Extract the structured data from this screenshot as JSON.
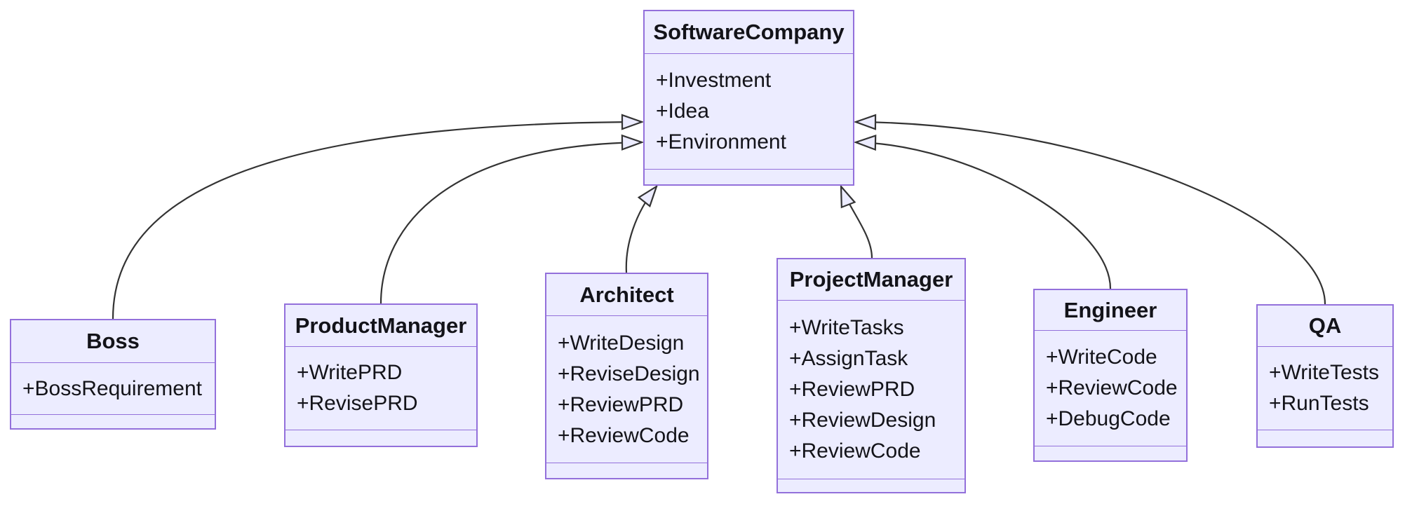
{
  "diagram": {
    "type": "uml-class-diagram",
    "colors": {
      "background": "#ffffff",
      "class_fill": "#ECECFF",
      "class_border": "#9370DB",
      "divider": "#9370DB",
      "edge_line": "#333333",
      "arrowhead_fill": "#ECECFF",
      "text": "#131319"
    },
    "classes": [
      {
        "id": "SoftwareCompany",
        "name": "SoftwareCompany",
        "members": [
          "+Investment",
          "+Idea",
          "+Environment"
        ]
      },
      {
        "id": "Boss",
        "name": "Boss",
        "members": [
          "+BossRequirement"
        ]
      },
      {
        "id": "ProductManager",
        "name": "ProductManager",
        "members": [
          "+WritePRD",
          "+RevisePRD"
        ]
      },
      {
        "id": "Architect",
        "name": "Architect",
        "members": [
          "+WriteDesign",
          "+ReviseDesign",
          "+ReviewPRD",
          "+ReviewCode"
        ]
      },
      {
        "id": "ProjectManager",
        "name": "ProjectManager",
        "members": [
          "+WriteTasks",
          "+AssignTask",
          "+ReviewPRD",
          "+ReviewDesign",
          "+ReviewCode"
        ]
      },
      {
        "id": "Engineer",
        "name": "Engineer",
        "members": [
          "+WriteCode",
          "+ReviewCode",
          "+DebugCode"
        ]
      },
      {
        "id": "QA",
        "name": "QA",
        "members": [
          "+WriteTests",
          "+RunTests"
        ]
      }
    ],
    "relations": [
      {
        "from": "Boss",
        "to": "SoftwareCompany",
        "type": "inheritance"
      },
      {
        "from": "ProductManager",
        "to": "SoftwareCompany",
        "type": "inheritance"
      },
      {
        "from": "Architect",
        "to": "SoftwareCompany",
        "type": "inheritance"
      },
      {
        "from": "ProjectManager",
        "to": "SoftwareCompany",
        "type": "inheritance"
      },
      {
        "from": "Engineer",
        "to": "SoftwareCompany",
        "type": "inheritance"
      },
      {
        "from": "QA",
        "to": "SoftwareCompany",
        "type": "inheritance"
      }
    ]
  }
}
